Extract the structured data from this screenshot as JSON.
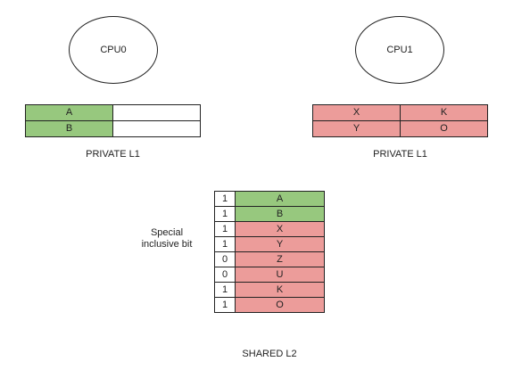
{
  "cpus": [
    {
      "label": "CPU0"
    },
    {
      "label": "CPU1"
    }
  ],
  "l1_caches": [
    {
      "caption": "PRIVATE L1",
      "rows": [
        [
          {
            "text": "A",
            "color": "#97c87e"
          },
          {
            "text": "",
            "color": "#ffffff"
          }
        ],
        [
          {
            "text": "B",
            "color": "#97c87e"
          },
          {
            "text": "",
            "color": "#ffffff"
          }
        ]
      ]
    },
    {
      "caption": "PRIVATE L1",
      "rows": [
        [
          {
            "text": "X",
            "color": "#ec9c9a"
          },
          {
            "text": "K",
            "color": "#ec9c9a"
          }
        ],
        [
          {
            "text": "Y",
            "color": "#ec9c9a"
          },
          {
            "text": "O",
            "color": "#ec9c9a"
          }
        ]
      ]
    }
  ],
  "l2_cache": {
    "caption": "SHARED L2",
    "annotation": "Special\ninclusive bit",
    "rows": [
      {
        "bit": "1",
        "value": "A",
        "color": "#97c87e"
      },
      {
        "bit": "1",
        "value": "B",
        "color": "#97c87e"
      },
      {
        "bit": "1",
        "value": "X",
        "color": "#ec9c9a"
      },
      {
        "bit": "1",
        "value": "Y",
        "color": "#ec9c9a"
      },
      {
        "bit": "0",
        "value": "Z",
        "color": "#ec9c9a"
      },
      {
        "bit": "0",
        "value": "U",
        "color": "#ec9c9a"
      },
      {
        "bit": "1",
        "value": "K",
        "color": "#ec9c9a"
      },
      {
        "bit": "1",
        "value": "O",
        "color": "#ec9c9a"
      }
    ]
  }
}
